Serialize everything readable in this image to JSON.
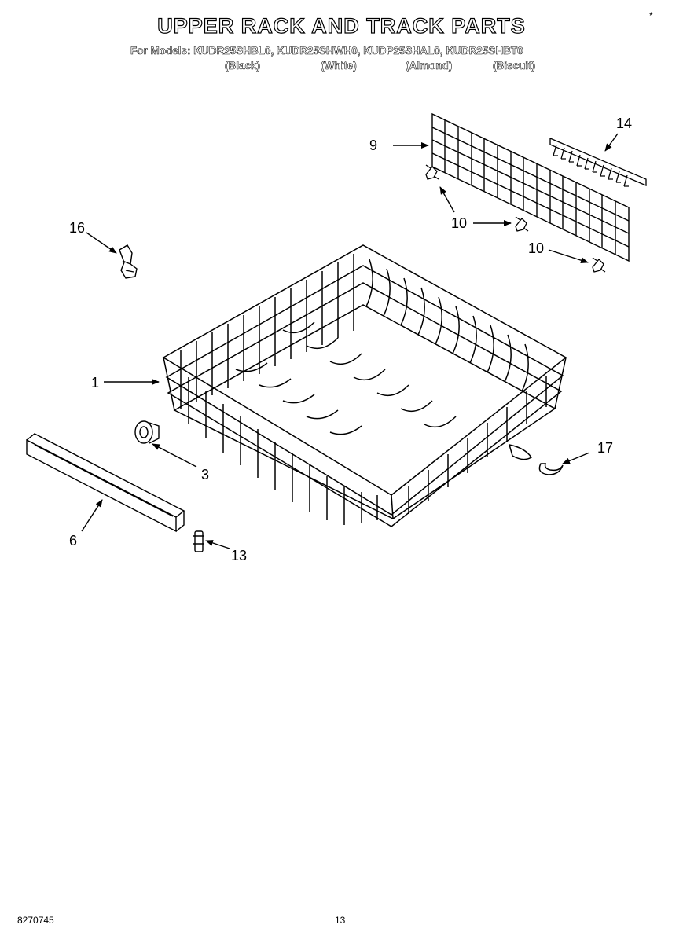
{
  "header": {
    "title": "UPPER RACK AND TRACK PARTS",
    "models_line": "For Models: KUDR25SHBL0, KUDR25SHWH0, KUDP25SHAL0, KUDR25SHBT0",
    "colors": [
      "(Black)",
      "(White)",
      "(Almond)",
      "(Biscuit)"
    ]
  },
  "callouts": {
    "c1": "1",
    "c3": "3",
    "c6": "6",
    "c9": "9",
    "c10a": "10",
    "c10b": "10",
    "c13": "13",
    "c14": "14",
    "c16": "16",
    "c17": "17"
  },
  "footer": {
    "doc_number": "8270745",
    "page_number": "13"
  }
}
